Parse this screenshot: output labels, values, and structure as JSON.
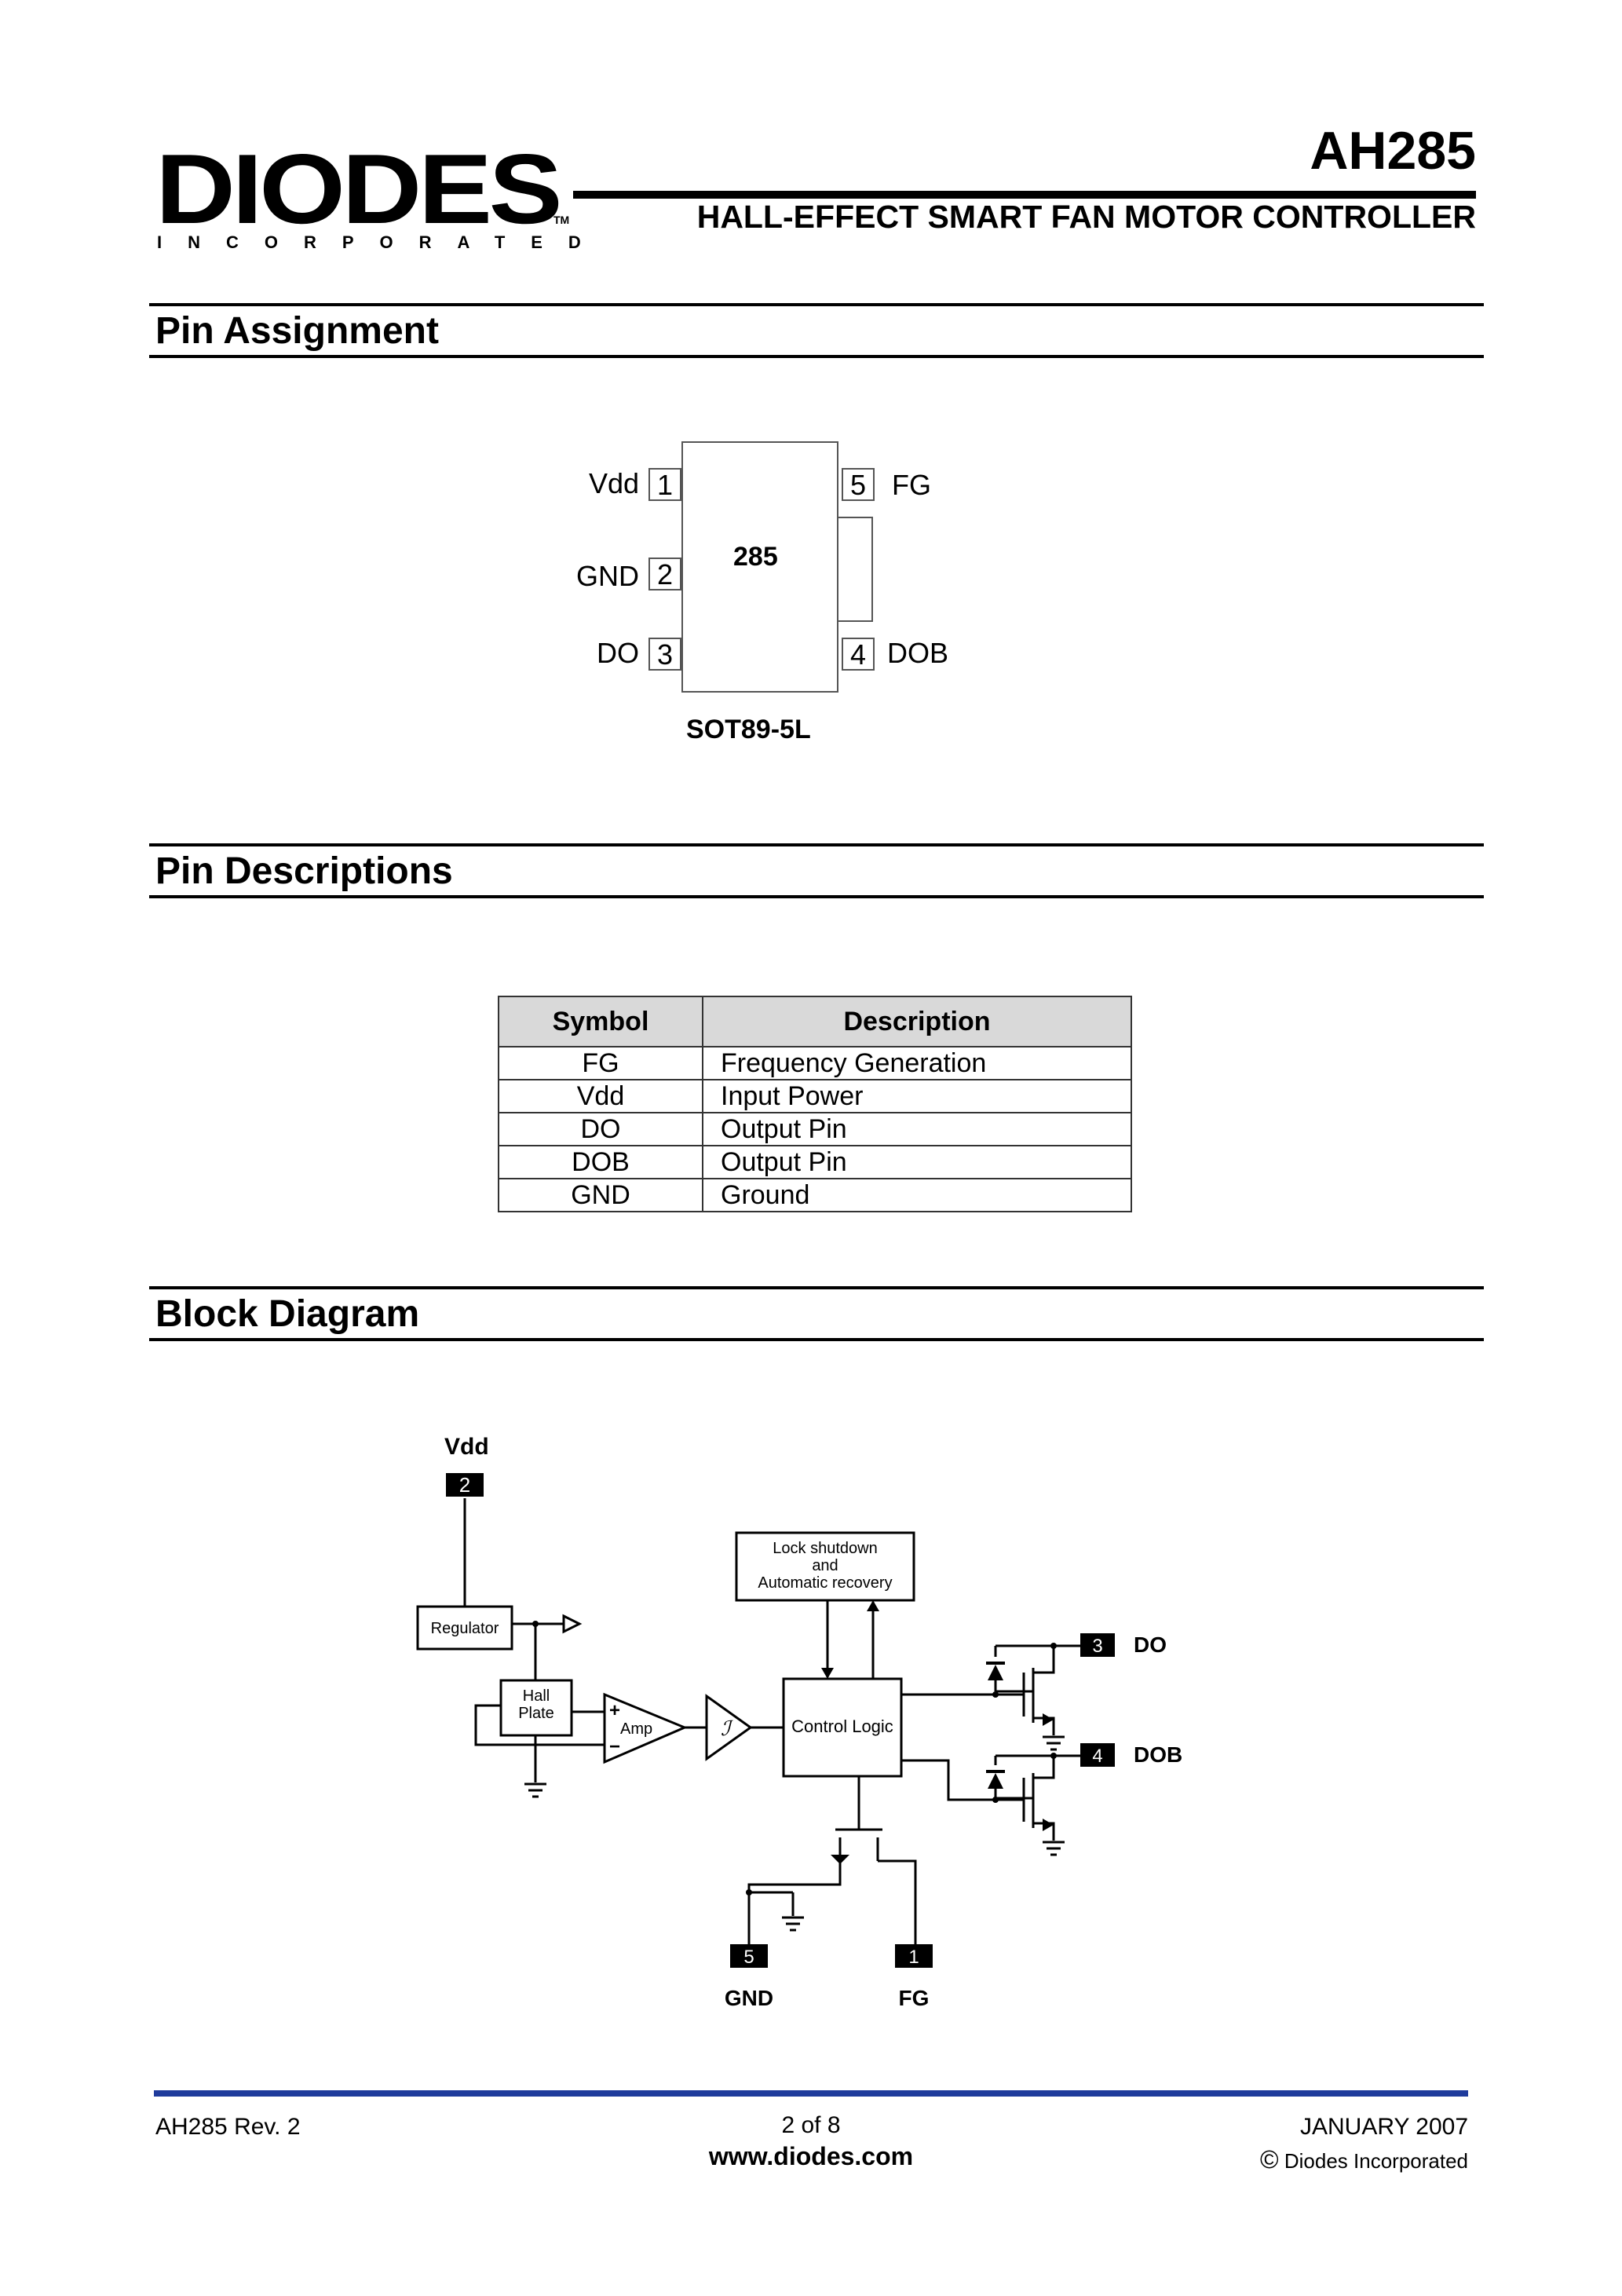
{
  "header": {
    "logo": {
      "name": "DIODES",
      "sub": "INCORPORATED",
      "tm": "TM"
    },
    "part": "AH285",
    "subtitle": "HALL-EFFECT SMART FAN MOTOR CONTROLLER"
  },
  "sections": {
    "pin_assignment": "Pin Assignment",
    "pin_descriptions": "Pin Descriptions",
    "block_diagram": "Block Diagram"
  },
  "package": {
    "marking": "285",
    "name": "SOT89-5L",
    "pins": [
      {
        "num": "1",
        "name": "Vdd"
      },
      {
        "num": "2",
        "name": "GND"
      },
      {
        "num": "3",
        "name": "DO"
      },
      {
        "num": "4",
        "name": "DOB"
      },
      {
        "num": "5",
        "name": "FG"
      }
    ]
  },
  "pin_table": {
    "headers": [
      "Symbol",
      "Description"
    ],
    "rows": [
      {
        "symbol": "FG",
        "description": "Frequency Generation"
      },
      {
        "symbol": "Vdd",
        "description": "Input Power"
      },
      {
        "symbol": "DO",
        "description": "Output Pin"
      },
      {
        "symbol": "DOB",
        "description": "Output Pin"
      },
      {
        "symbol": "GND",
        "description": "Ground"
      }
    ]
  },
  "block_diagram": {
    "vdd_label": "Vdd",
    "vdd_pin": "2",
    "regulator": "Regulator",
    "hall_plate": [
      "Hall",
      "Plate"
    ],
    "amp": "Amp",
    "amp_plus": "+",
    "amp_minus": "−",
    "schmitt_symbol": "ℐ",
    "lock": [
      "Lock shutdown",
      "and",
      "Automatic recovery"
    ],
    "control_logic": "Control Logic",
    "do_pin": "3",
    "do_label": "DO",
    "dob_pin": "4",
    "dob_label": "DOB",
    "gnd_pin": "5",
    "gnd_label": "GND",
    "fg_pin": "1",
    "fg_label": "FG"
  },
  "footer": {
    "left": "AH285 Rev. 2",
    "page": "2 of 8",
    "url": "www.diodes.com",
    "date": "JANUARY 2007",
    "copyright_symbol": "©",
    "company": "Diodes Incorporated",
    "rule_color": "#1f3b9c"
  }
}
